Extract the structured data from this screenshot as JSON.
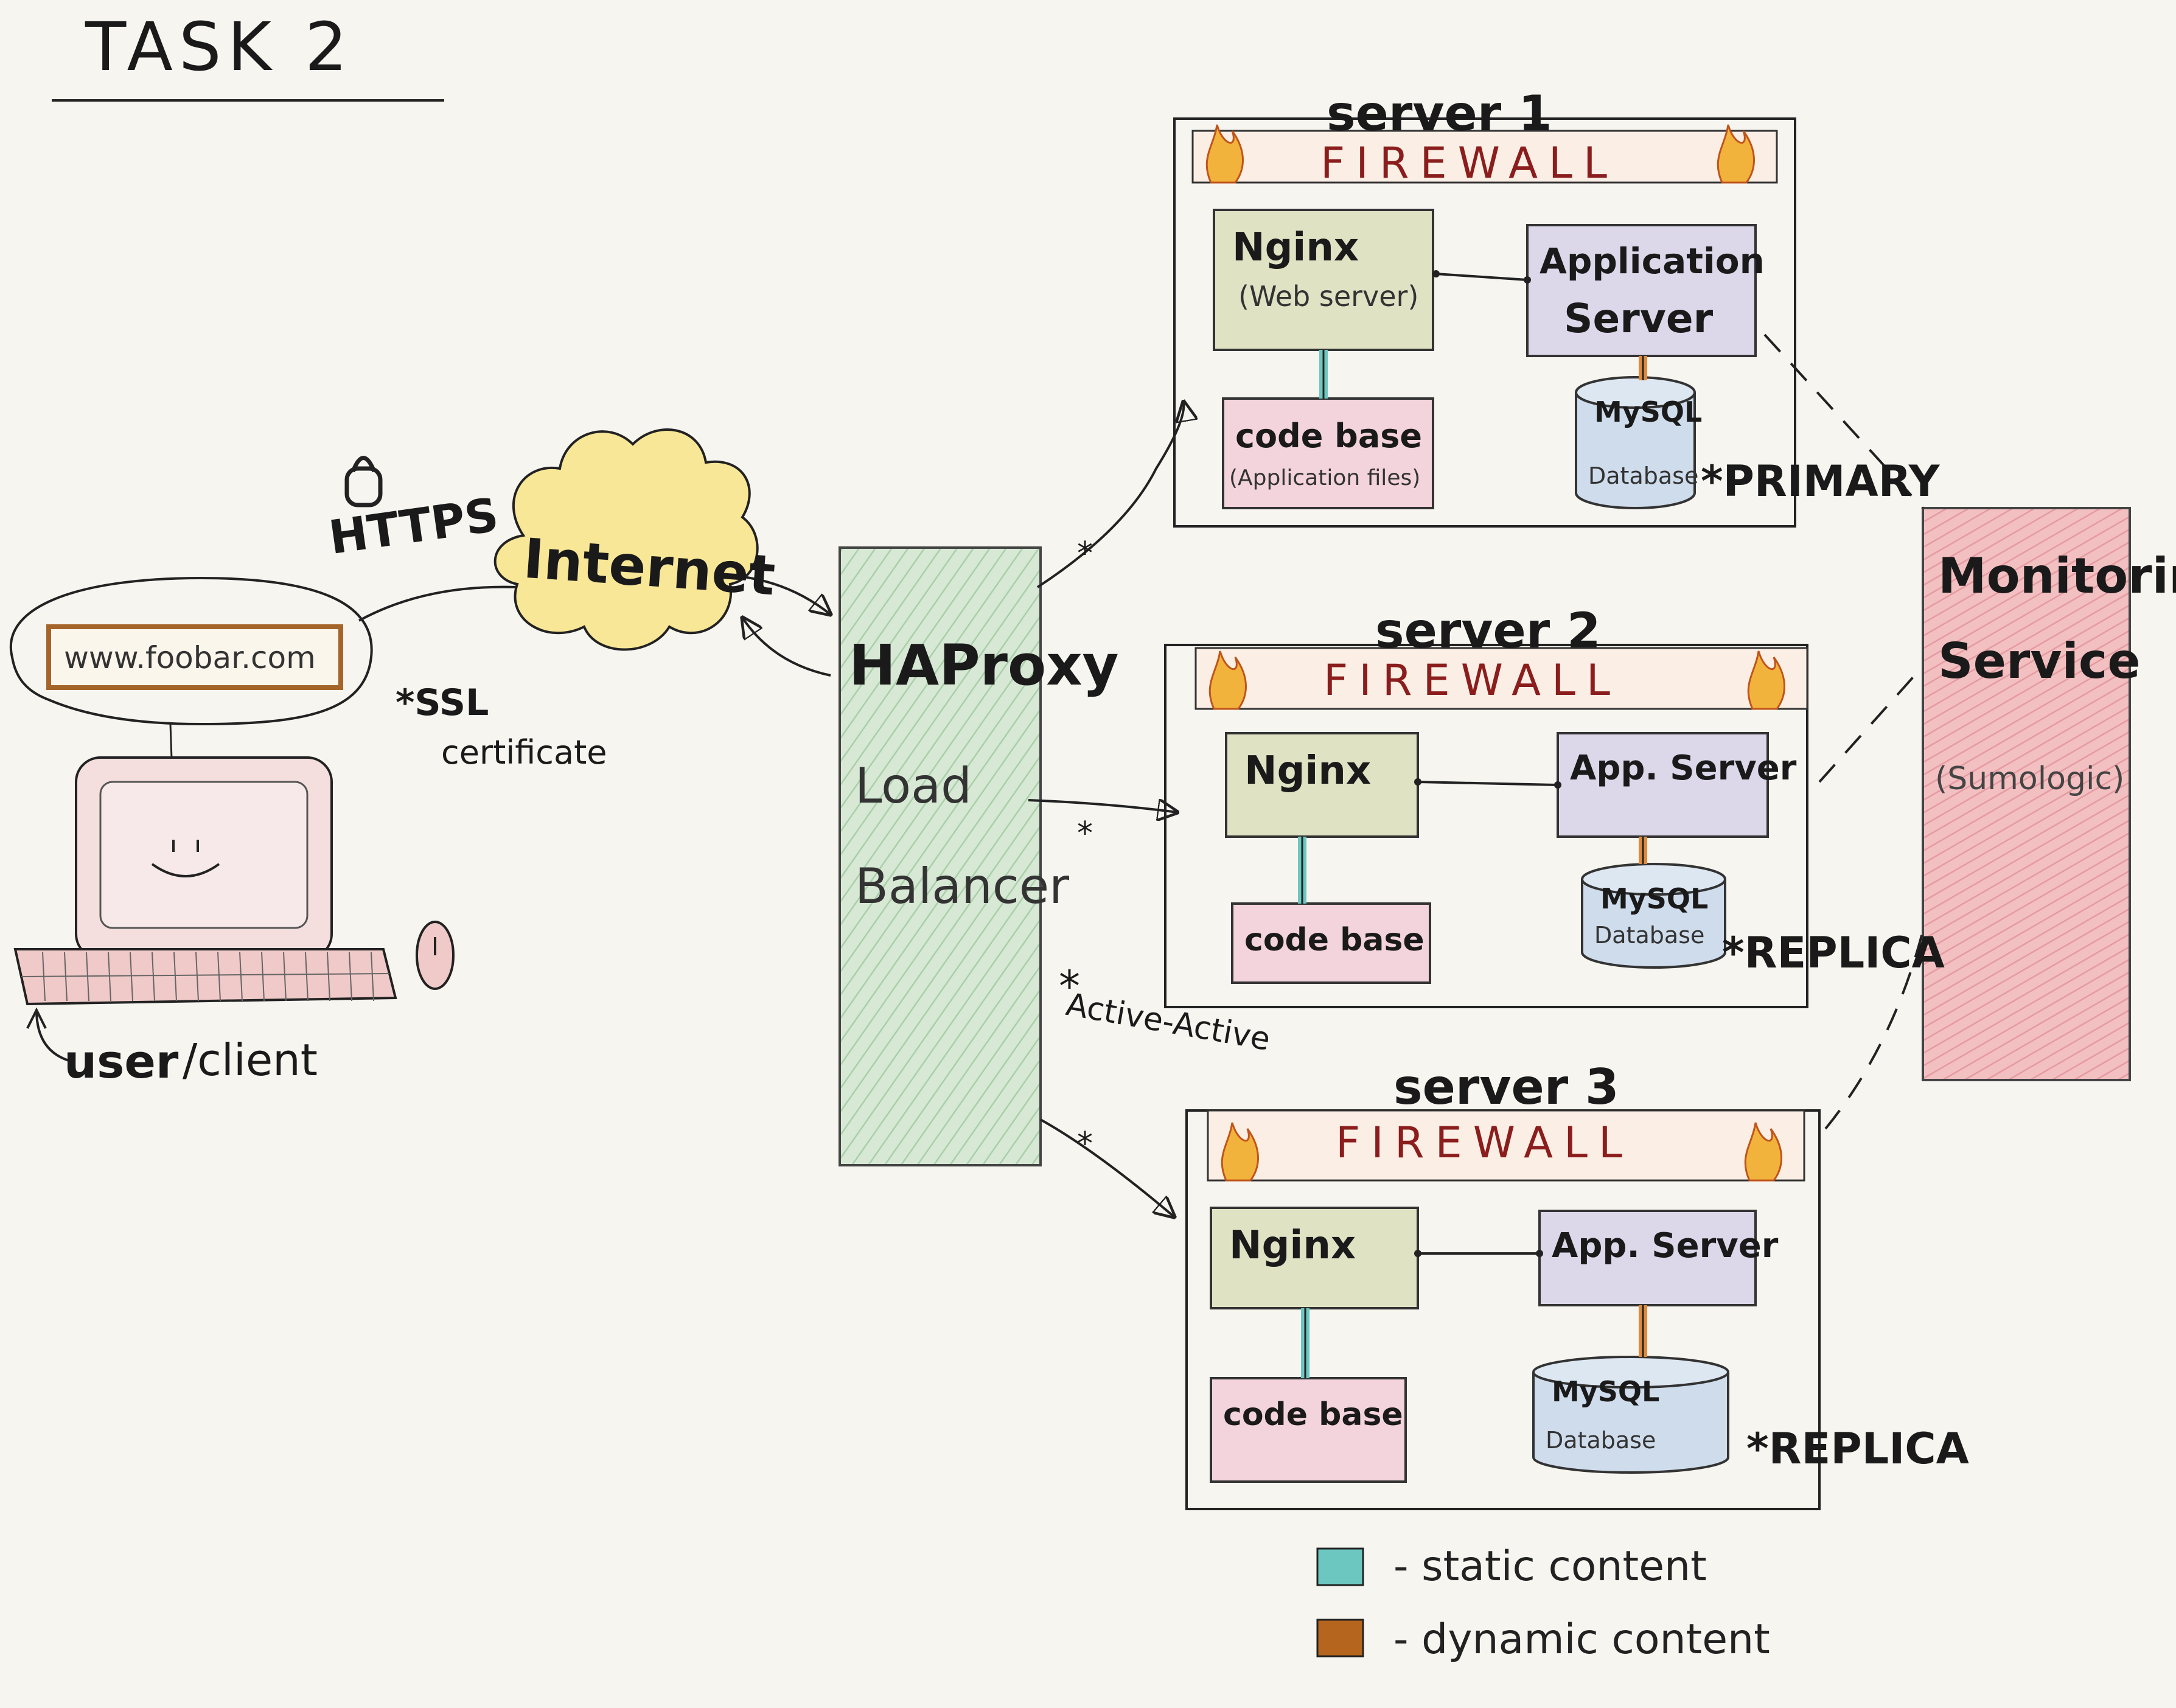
{
  "title": "TASK 2",
  "client": {
    "url": "www.foobar.com",
    "user_label": "user",
    "client_label": "/client",
    "ssl_label": "*SSL",
    "ssl_sub": "certificate",
    "https_label": "HTTPS"
  },
  "internet": {
    "label": "Internet"
  },
  "load_balancer": {
    "name": "HAProxy",
    "line1": "Load",
    "line2": "Balancer",
    "mode_label": "Active-Active",
    "star": "*"
  },
  "servers": [
    {
      "title": "server 1",
      "firewall": "FIREWALL",
      "web": {
        "name": "Nginx",
        "sub": "(Web server)"
      },
      "app": {
        "line1": "Application",
        "line2": "Server"
      },
      "code": {
        "name": "code base",
        "sub": "(Application files)"
      },
      "db": {
        "name": "MySQL",
        "sub": "Database"
      },
      "role": "*PRIMARY"
    },
    {
      "title": "server 2",
      "firewall": "FIREWALL",
      "web": {
        "name": "Nginx",
        "sub": ""
      },
      "app": {
        "line1": "App. Server",
        "line2": ""
      },
      "code": {
        "name": "code base",
        "sub": ""
      },
      "db": {
        "name": "MySQL",
        "sub": "Database"
      },
      "role": "*REPLICA"
    },
    {
      "title": "server 3",
      "firewall": "FIREWALL",
      "web": {
        "name": "Nginx",
        "sub": ""
      },
      "app": {
        "line1": "App. Server",
        "line2": ""
      },
      "code": {
        "name": "code base",
        "sub": ""
      },
      "db": {
        "name": "MySQL",
        "sub": "Database"
      },
      "role": "*REPLICA"
    }
  ],
  "monitoring": {
    "line1": "Monitoring",
    "line2": "Service",
    "sub": "(Sumologic)"
  },
  "legend": [
    {
      "label": "- static content",
      "color": "#6cc7c0"
    },
    {
      "label": "- dynamic content",
      "color": "#b5651d"
    }
  ],
  "colors": {
    "nginx_fill": "#dfe3c4",
    "app_fill": "#dcd8ea",
    "code_fill": "#f3d3dc",
    "db_fill": "#cfdcec",
    "lb_fill": "#cfe3cf",
    "monitor_fill": "#f1b4b8",
    "firewall_text": "#8b1d1d",
    "flame": "#f2b33d"
  }
}
